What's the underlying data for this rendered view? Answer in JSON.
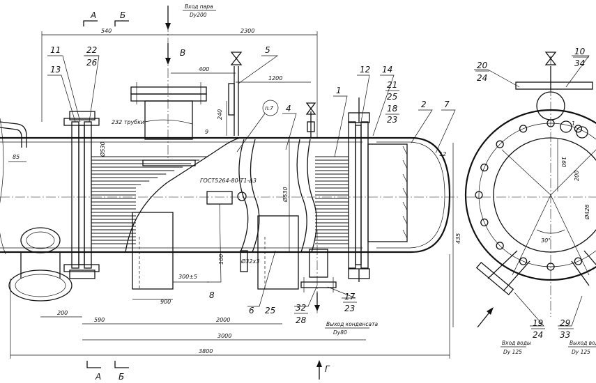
{
  "callouts": [
    "11",
    "13",
    "22",
    "26",
    "5",
    "4",
    "1",
    "12",
    "14",
    "21",
    "25",
    "18",
    "23",
    "2",
    "7",
    "8",
    "6",
    "25",
    "32",
    "28",
    "17",
    "23",
    "20",
    "24",
    "10",
    "34",
    "19",
    "24",
    "29",
    "33"
  ],
  "section_marks": [
    "А",
    "Б",
    "В",
    "А",
    "Б",
    "Г"
  ],
  "dimensions": [
    "540",
    "2300",
    "400",
    "1200",
    "240",
    "85",
    "232 трубки",
    "Ø530",
    "9",
    "ГОСТ5264-80-Т1-Δ3",
    "300±5",
    "900",
    "100",
    "Ø32х3",
    "200",
    "590",
    "2000",
    "3000",
    "3800",
    "435",
    "Ø530",
    "30°",
    "12",
    "1",
    "160",
    "200",
    "Ø426"
  ],
  "notes": {
    "steam_inlet": "Вход пара",
    "steam_inlet_dn": "Dу200",
    "condensate_outlet": "Выход конденсата",
    "condensate_outlet_dn": "Dу80",
    "water_inlet": "Вход воды",
    "water_inlet_dn": "Dу 125",
    "water_outlet": "Выход воды",
    "water_outlet_dn": "Dу 125",
    "weld_mark": "п.7"
  }
}
